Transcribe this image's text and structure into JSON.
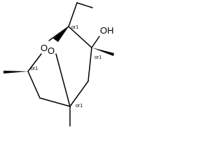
{
  "molecule": {
    "atoms": {
      "ring_oxygen": "O",
      "bridge_oxygen": "O",
      "hydroxyl": "OH"
    },
    "stereo_labels": [
      "or1",
      "or1",
      "or1",
      "or1"
    ]
  }
}
